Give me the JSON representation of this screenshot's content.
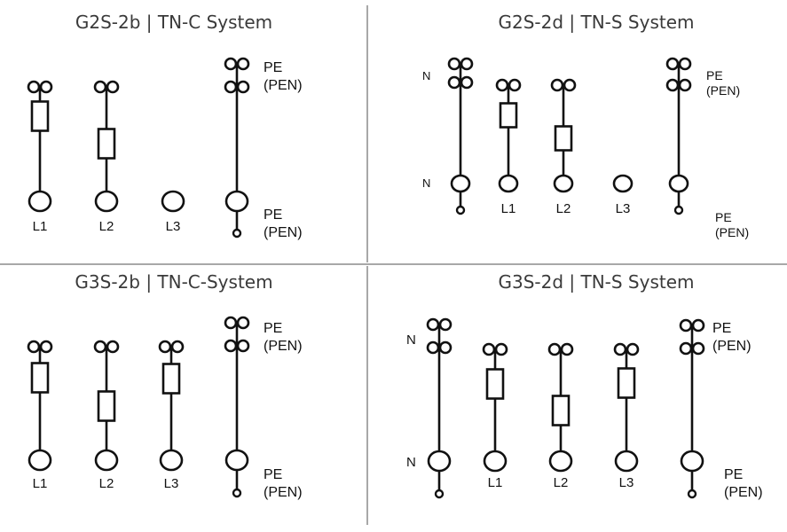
{
  "colors": {
    "ink": "#111111",
    "divider": "#8c8c8c",
    "title": "#3a3a3a"
  },
  "panels": [
    {
      "title": "G2S-2b | TN-C System",
      "terminals": [
        {
          "kind": "fused",
          "bottom_label": "L1"
        },
        {
          "kind": "fused",
          "bottom_label": "L2"
        },
        {
          "kind": "open",
          "bottom_label": "L3"
        },
        {
          "kind": "earth",
          "top_label": [
            "PE",
            "(PEN)"
          ],
          "bottom_label": [
            "PE",
            "(PEN)"
          ]
        }
      ]
    },
    {
      "title": "G2S-2d | TN-S System",
      "terminals": [
        {
          "kind": "neutral",
          "top_label": "N",
          "bottom_label": "N"
        },
        {
          "kind": "fused",
          "bottom_label": "L1"
        },
        {
          "kind": "fused",
          "bottom_label": "L2"
        },
        {
          "kind": "open",
          "bottom_label": "L3"
        },
        {
          "kind": "earth",
          "top_label": [
            "PE",
            "(PEN)"
          ],
          "bottom_label": [
            "PE",
            "(PEN)"
          ]
        }
      ]
    },
    {
      "title": "G3S-2b | TN-C-System",
      "terminals": [
        {
          "kind": "fused",
          "bottom_label": "L1"
        },
        {
          "kind": "fused",
          "bottom_label": "L2"
        },
        {
          "kind": "fused",
          "bottom_label": "L3"
        },
        {
          "kind": "earth",
          "top_label": [
            "PE",
            "(PEN)"
          ],
          "bottom_label": [
            "PE",
            "(PEN)"
          ]
        }
      ]
    },
    {
      "title": "G3S-2d | TN-S System",
      "terminals": [
        {
          "kind": "neutral",
          "top_label": "N",
          "bottom_label": "N"
        },
        {
          "kind": "fused",
          "bottom_label": "L1"
        },
        {
          "kind": "fused",
          "bottom_label": "L2"
        },
        {
          "kind": "fused",
          "bottom_label": "L3"
        },
        {
          "kind": "earth",
          "top_label": [
            "PE",
            "(PEN)"
          ],
          "bottom_label": [
            "PE",
            "(PEN)"
          ]
        }
      ]
    }
  ]
}
